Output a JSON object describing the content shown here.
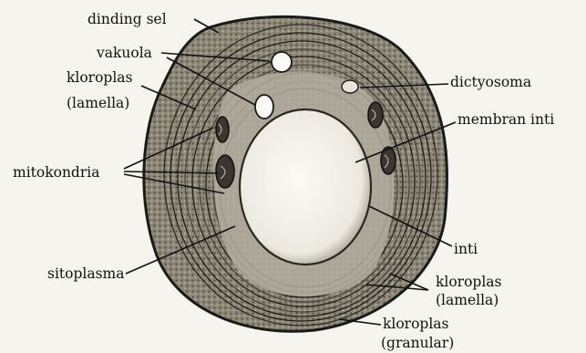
{
  "labels": {
    "dinding_sel": "dinding sel",
    "vakuola": "vakuola",
    "kloroplas_lamella_top_1": "kloroplas",
    "kloroplas_lamella_top_2": "(lamella)",
    "mitokondria": "mitokondria",
    "sitoplasma": "sitoplasma",
    "dictyosoma": "dictyosoma",
    "membran_inti": "membran inti",
    "inti": "inti",
    "kloroplas_lamella_right_1": "kloroplas",
    "kloroplas_lamella_right_2": "(lamella)",
    "kloroplas_granular_1": "kloroplas",
    "kloroplas_granular_2": "(granular)"
  },
  "colors": {
    "ink": "#1a1a1a",
    "cell_shade": "#6f6a5f",
    "nucleus": "#f1efe9",
    "background": "#f6f4ee"
  }
}
